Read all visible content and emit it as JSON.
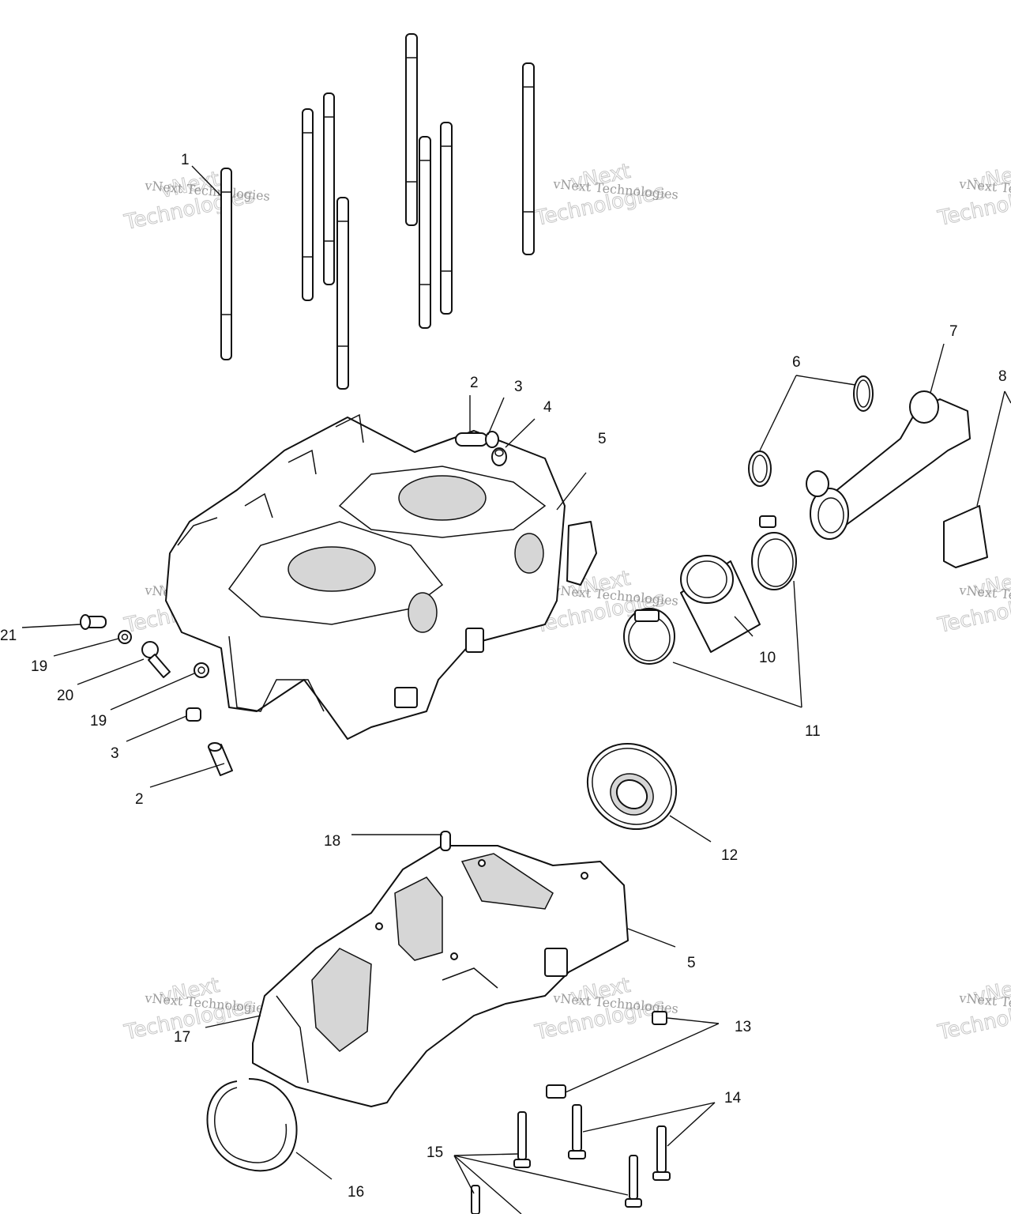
{
  "callouts": [
    {
      "id": "c1",
      "text": "1"
    },
    {
      "id": "c2a",
      "text": "2"
    },
    {
      "id": "c3a",
      "text": "3"
    },
    {
      "id": "c4",
      "text": "4"
    },
    {
      "id": "c5a",
      "text": "5"
    },
    {
      "id": "c6",
      "text": "6"
    },
    {
      "id": "c7",
      "text": "7"
    },
    {
      "id": "c8",
      "text": "8"
    },
    {
      "id": "c10",
      "text": "10"
    },
    {
      "id": "c11",
      "text": "11"
    },
    {
      "id": "c21",
      "text": "21"
    },
    {
      "id": "c19a",
      "text": "19"
    },
    {
      "id": "c20",
      "text": "20"
    },
    {
      "id": "c19b",
      "text": "19"
    },
    {
      "id": "c3b",
      "text": "3"
    },
    {
      "id": "c2b",
      "text": "2"
    },
    {
      "id": "c12",
      "text": "12"
    },
    {
      "id": "c18",
      "text": "18"
    },
    {
      "id": "c5b",
      "text": "5"
    },
    {
      "id": "c13",
      "text": "13"
    },
    {
      "id": "c17",
      "text": "17"
    },
    {
      "id": "c14",
      "text": "14"
    },
    {
      "id": "c15",
      "text": "15"
    },
    {
      "id": "c16",
      "text": "16"
    }
  ],
  "watermark": {
    "line1": "vNext Technologies",
    "line2": "vNext",
    "line3": "Technologies"
  }
}
